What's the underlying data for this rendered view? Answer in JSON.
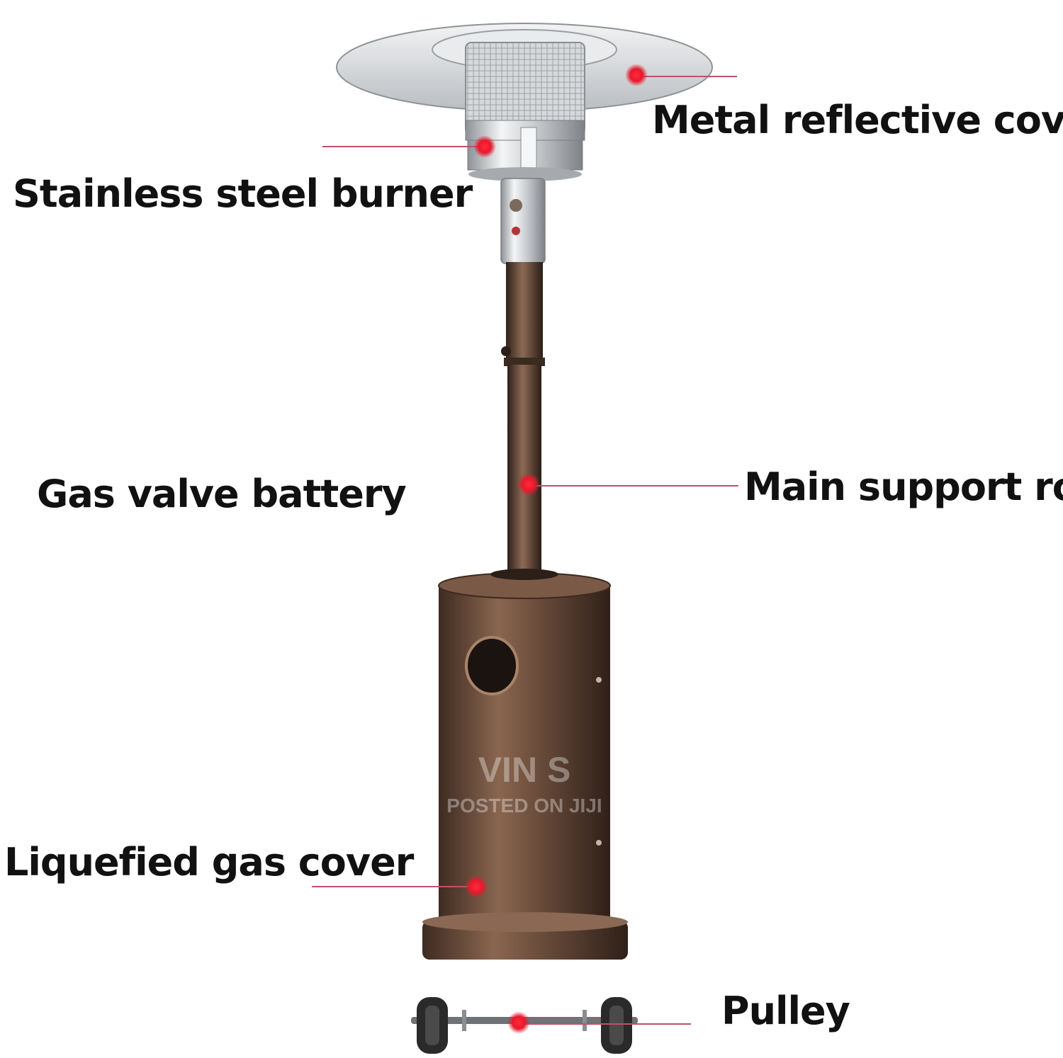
{
  "labels": {
    "metal_reflective_cover": "Metal reflective cover",
    "stainless_steel_burner": "Stainless steel burner",
    "gas_valve_battery": "Gas valve battery",
    "main_support_rod": "Main support rod",
    "liquefied_gas_cover": "Liquefied gas cover",
    "pulley": "Pulley"
  },
  "watermark": {
    "line1": "VIN S",
    "line2": "POSTED ON JIJI"
  },
  "colors": {
    "callout_line": "#c0506a",
    "marker": "#e8192c",
    "bronze": "#6b4a38",
    "steel": "#d9dcdf"
  }
}
